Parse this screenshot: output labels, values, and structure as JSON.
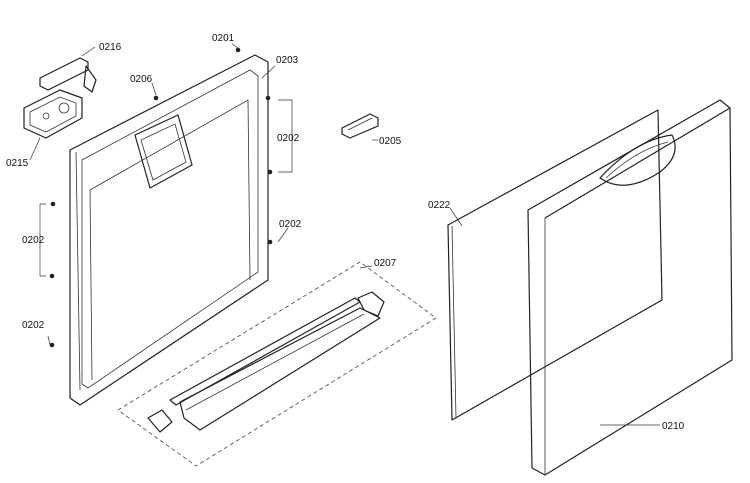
{
  "labels": {
    "l0201": "0201",
    "l0203": "0203",
    "l0206": "0206",
    "l0216": "0216",
    "l0215": "0215",
    "l0202_right_upper": "0202",
    "l0205": "0205",
    "l0202_right_lower": "0202",
    "l0202_left_upper": "0202",
    "l0202_left_lower": "0202",
    "l0207": "0207",
    "l0222": "0222",
    "l0210": "0210"
  },
  "colors": {
    "line": "#222222",
    "panel_fill": "#f4f4f4",
    "background": "#ffffff"
  }
}
